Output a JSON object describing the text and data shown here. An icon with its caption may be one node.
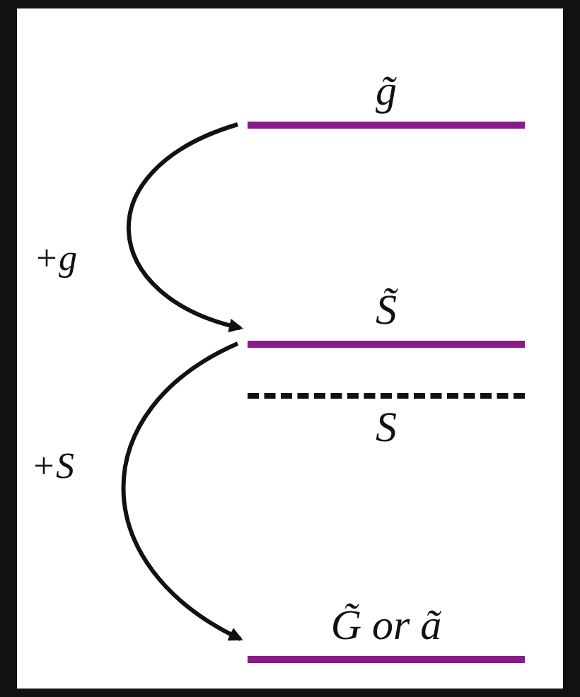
{
  "diagram": {
    "nodes": [
      {
        "text": [
          "g̃"
        ]
      },
      {
        "text": [
          "S̃"
        ]
      },
      {
        "text": [
          "S"
        ]
      },
      {
        "text": [
          "G̃ or ã"
        ]
      }
    ],
    "edges": [
      {
        "from": 0,
        "to": 1,
        "arrow": "to",
        "label": "+g"
      },
      {
        "from": 1,
        "to": 3,
        "arrow": "to",
        "label": "+S"
      }
    ]
  }
}
